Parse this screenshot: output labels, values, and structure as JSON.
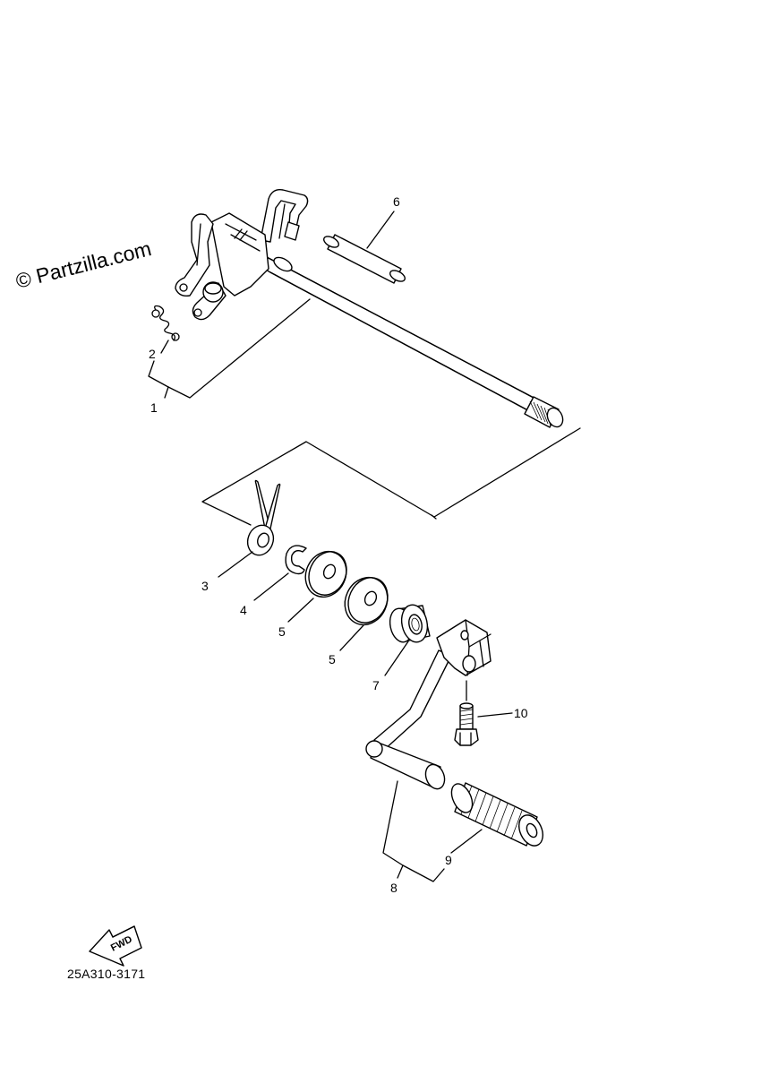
{
  "watermark": "© Partzilla.com",
  "drawing_code": "25A310-3171",
  "direction_badge": "FWD",
  "callouts": {
    "c1": "1",
    "c2": "2",
    "c3": "3",
    "c4": "4",
    "c5a": "5",
    "c5b": "5",
    "c6": "6",
    "c7": "7",
    "c8": "8",
    "c9": "9",
    "c10": "10"
  }
}
